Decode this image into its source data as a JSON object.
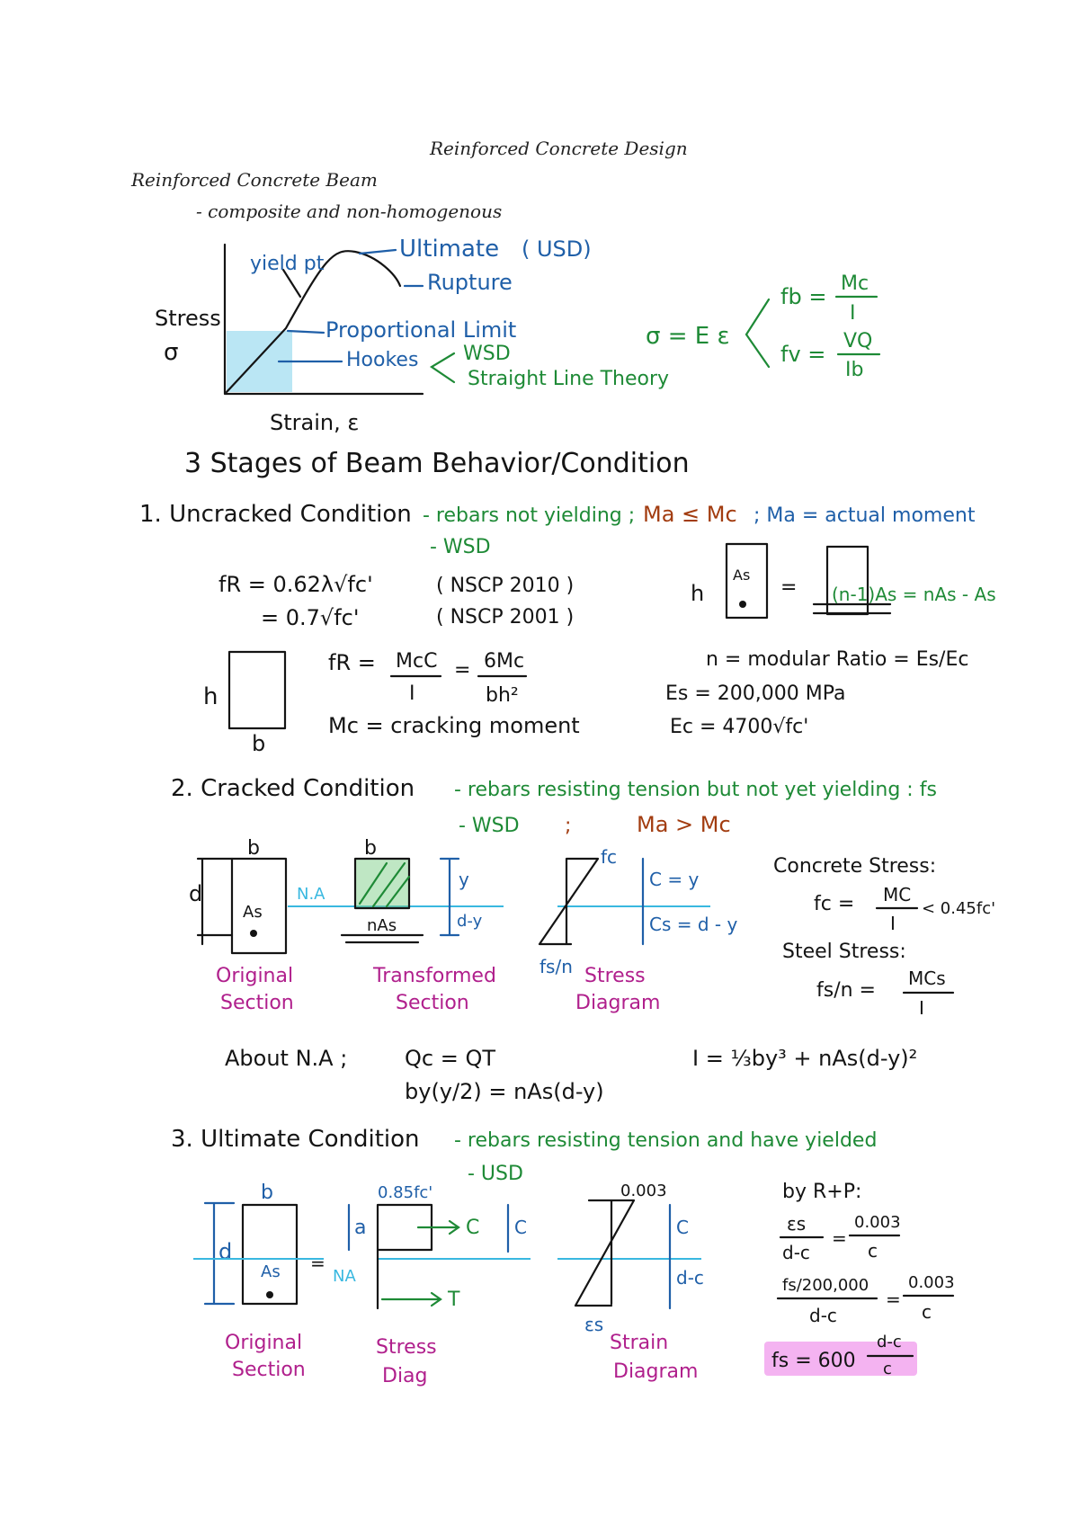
{
  "header": {
    "title": "Reinforced Concrete Design",
    "subtitle": "Reinforced Concrete Beam",
    "bullet": "-  composite and non-homogenous"
  },
  "stress_strain": {
    "yield_pt": "yield pt",
    "ultimate": "Ultimate",
    "usd": "( USD)",
    "rupture": "Rupture",
    "stress": "Stress",
    "sigma": "σ",
    "proportional_limit": "Proportional Limit",
    "hookes": "Hookes",
    "wsd": "WSD",
    "straight_line": "Straight Line Theory",
    "strain": "Strain, ε",
    "sigma_eq": "σ = E ε",
    "fb_eq": "fb =",
    "fb_num": "Mc",
    "fb_den": "I",
    "fv_eq": "fv =",
    "fv_num": "VQ",
    "fv_den": "Ib"
  },
  "stages": {
    "title": "3 Stages of Beam Behavior/Condition",
    "s1_title": "1.  Uncracked Condition",
    "s1_desc": "- rebars not yielding ;",
    "s1_cond": "Ma ≤ Mc",
    "s1_note": "; Ma = actual moment",
    "s1_wsd": "- WSD",
    "fr1": "fR = 0.62λ√fc'",
    "fr1_code": "( NSCP 2010 )",
    "fr2": "= 0.7√fc'",
    "fr2_code": "( NSCP 2001 )",
    "h": "h",
    "b": "b",
    "fr_formula": "fR =",
    "fr_num": "McC",
    "fr_den": "I",
    "fr_num2": "6Mc",
    "fr_den2": "bh²",
    "mc_def": "Mc = cracking moment",
    "as": "As",
    "transformed_area": "(n-1)As = nAs - As",
    "modular": "n = modular Ratio = Es/Ec",
    "es": "Es = 200,000 MPa",
    "ec": "Ec = 4700√fc'"
  },
  "cracked": {
    "title": "2.  Cracked Condition",
    "desc": "- rebars resisting tension but not yet yielding : fs",
    "wsd": "- WSD",
    "semi": ";",
    "cond": "Ma > Mc",
    "b": "b",
    "d": "d",
    "as": "As",
    "na": "N.A",
    "y": "y",
    "dy": "d-y",
    "nas": "nAs",
    "fc": "fc",
    "fsn": "fs/n",
    "cy": "C = y",
    "cs": "Cs = d - y",
    "orig": "Original",
    "section": "Section",
    "transformed": "Transformed",
    "section2": "Section",
    "stress": "Stress",
    "diagram": "Diagram",
    "concrete_stress": "Concrete Stress:",
    "fc_eq": "fc =",
    "fc_num": "MC",
    "fc_den": "I",
    "fc_lim": "< 0.45fc'",
    "steel_stress": "Steel Stress:",
    "fs_eq": "fs/n =",
    "fs_num": "MCs",
    "fs_den": "I",
    "about": "About  N.A ;",
    "q": "Qc = QT",
    "byq": "by(y/2) = nAs(d-y)",
    "inertia": "I = ⅓by³ + nAs(d-y)²"
  },
  "ultimate": {
    "title": "3.  Ultimate Condition",
    "desc": "- rebars resisting tension and have yielded",
    "usd": "- USD",
    "b": "b",
    "d": "d",
    "as": "As",
    "na": "NA",
    "a": "a",
    "c1": "C",
    "c2": "C",
    "dc": "d-c",
    "f085": "0.85fc'",
    "C": "C",
    "T": "T",
    "eps003": "0.003",
    "epss": "εs",
    "orig": "Original",
    "section": "Section",
    "stress": "Stress",
    "diag": "Diag",
    "strain": "Strain",
    "diagram": "Diagram",
    "ratio": "by R+P:",
    "r1_num": "εs",
    "r1_den": "d-c",
    "r1_rnum": "0.003",
    "r1_rden": "c",
    "r2_num": "fs/200,000",
    "r2_den": "d-c",
    "r2_rnum": "0.003",
    "r2_rden": "c",
    "final": "fs = 600",
    "final_num": "d-c",
    "final_den": "c"
  },
  "colors": {
    "black_ink": "#141414",
    "blue_ink": "#1f5fa8",
    "green_ink": "#1e8a36",
    "brown_ink": "#a23c10",
    "magenta_ink": "#b01f8c",
    "cyan_line": "#39b8e0",
    "highlight": "#f2a6ee"
  }
}
